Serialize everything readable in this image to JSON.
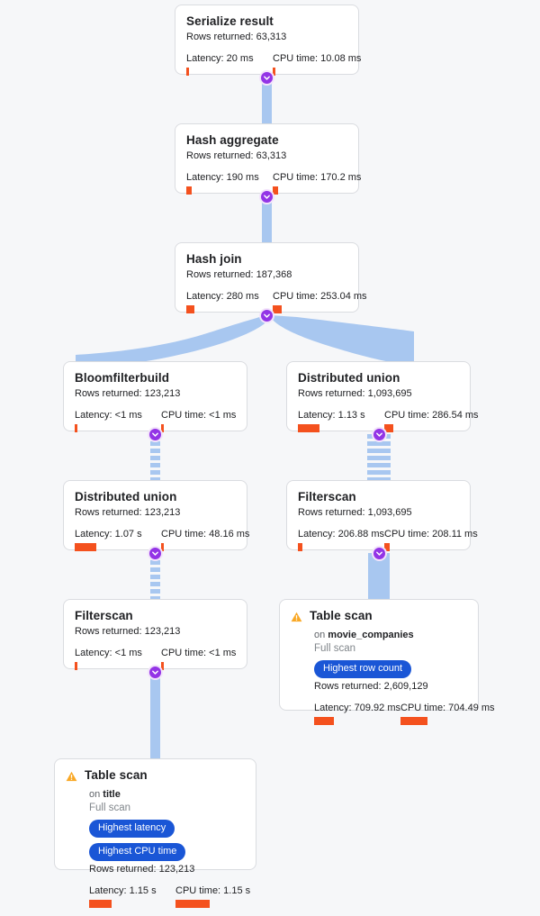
{
  "theme": {
    "background": "#f6f7f9",
    "card_background": "#ffffff",
    "card_border": "#dadce0",
    "edge_color": "#a8c7f0",
    "badge_color": "#9334e6",
    "chip_color": "#1a56d6",
    "metric_bar_color": "#f4511e",
    "warning_icon_color": "#f9a825"
  },
  "labels": {
    "rows_prefix": "Rows returned: ",
    "latency_prefix": "Latency: ",
    "cpu_prefix": "CPU time: ",
    "on_prefix": "on ",
    "expand_icon": "chevron-down-icon",
    "warning_icon": "warning-triangle-icon"
  },
  "nodes": [
    {
      "id": "serialize-result",
      "title": "Serialize result",
      "rows": "Rows returned: 63,313",
      "latency": "Latency: 20 ms",
      "cpu": "CPU time: 10.08 ms",
      "latency_bar_width": 3,
      "cpu_bar_width": 3
    },
    {
      "id": "hash-aggregate",
      "title": "Hash aggregate",
      "rows": "Rows returned: 63,313",
      "latency": "Latency: 190 ms",
      "cpu": "CPU time: 170.2 ms",
      "latency_bar_width": 6,
      "cpu_bar_width": 6
    },
    {
      "id": "hash-join",
      "title": "Hash join",
      "rows": "Rows returned: 187,368",
      "latency": "Latency: 280 ms",
      "cpu": "CPU time: 253.04 ms",
      "latency_bar_width": 9,
      "cpu_bar_width": 10
    },
    {
      "id": "bloomfilterbuild",
      "title": "Bloomfilterbuild",
      "rows": "Rows returned: 123,213",
      "latency": "Latency: <1 ms",
      "cpu": "CPU time: <1 ms",
      "latency_bar_width": 3,
      "cpu_bar_width": 3
    },
    {
      "id": "distributed-union-right",
      "title": "Distributed union",
      "rows": "Rows returned: 1,093,695",
      "latency": "Latency: 1.13 s",
      "cpu": "CPU time: 286.54 ms",
      "latency_bar_width": 24,
      "cpu_bar_width": 10
    },
    {
      "id": "distributed-union-left",
      "title": "Distributed union",
      "rows": "Rows returned: 123,213",
      "latency": "Latency: 1.07 s",
      "cpu": "CPU time: 48.16 ms",
      "latency_bar_width": 24,
      "cpu_bar_width": 3
    },
    {
      "id": "filterscan-right",
      "title": "Filterscan",
      "rows": "Rows returned: 1,093,695",
      "latency": "Latency: 206.88 ms",
      "cpu": "CPU time: 208.11 ms",
      "latency_bar_width": 5,
      "cpu_bar_width": 6
    },
    {
      "id": "filterscan-left",
      "title": "Filterscan",
      "rows": "Rows returned: 123,213",
      "latency": "Latency: <1 ms",
      "cpu": "CPU time: <1 ms",
      "latency_bar_width": 3,
      "cpu_bar_width": 3
    },
    {
      "id": "table-scan-movie-companies",
      "title": "Table scan",
      "on_table": "movie_companies",
      "scan_type": "Full scan",
      "chips": [
        "Highest row count"
      ],
      "rows": "Rows returned: 2,609,129",
      "latency": "Latency: 709.92 ms",
      "cpu": "CPU time: 704.49 ms",
      "latency_bar_width": 22,
      "cpu_bar_width": 30
    },
    {
      "id": "table-scan-title",
      "title": "Table scan",
      "on_table": "title",
      "scan_type": "Full scan",
      "chips": [
        "Highest latency",
        "Highest CPU time"
      ],
      "rows": "Rows returned: 123,213",
      "latency": "Latency: 1.15 s",
      "cpu": "CPU time: 1.15 s",
      "latency_bar_width": 25,
      "cpu_bar_width": 38
    }
  ]
}
